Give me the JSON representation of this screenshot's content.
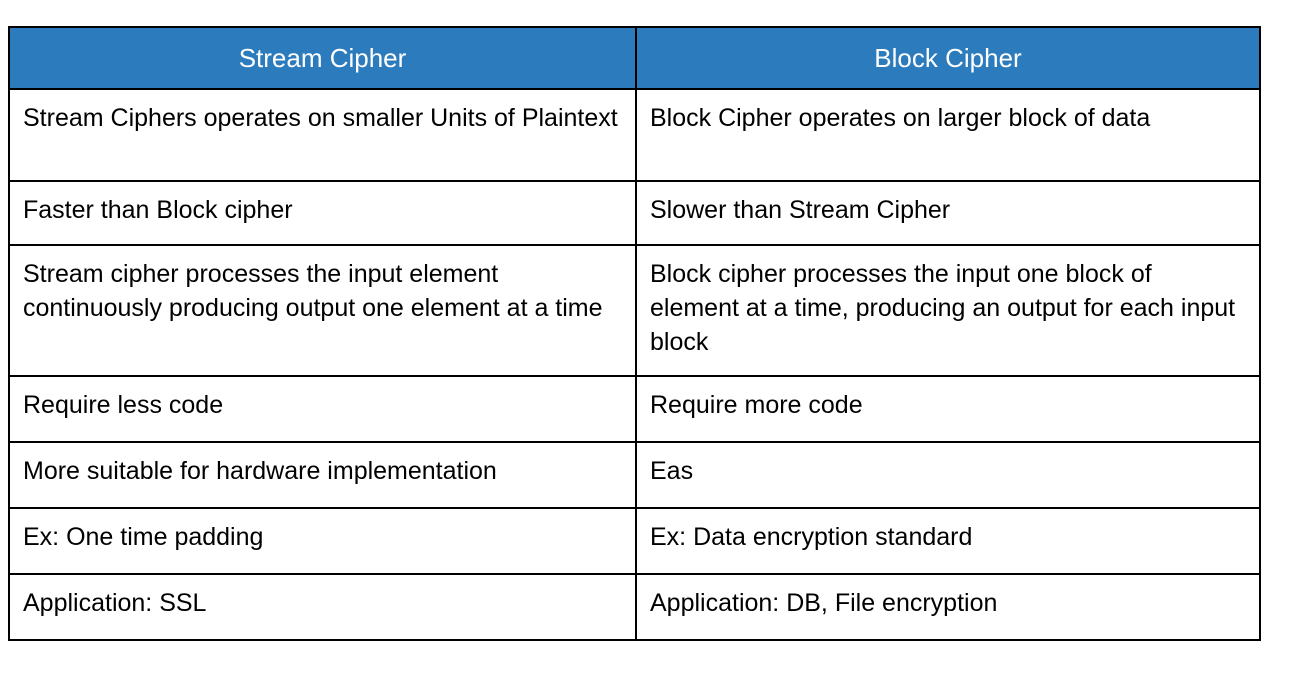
{
  "table": {
    "headers": [
      {
        "label": "Stream Cipher",
        "align": "center"
      },
      {
        "label": "Block Cipher",
        "align": "center"
      }
    ],
    "header_background": "#2b7bbd",
    "header_text_color": "#ffffff",
    "border_color": "#000000",
    "body_background": "#ffffff",
    "body_text_color": "#000000",
    "rows": [
      {
        "stream": "Stream Ciphers operates on smaller Units of Plaintext",
        "block": "Block Cipher operates on larger block of data"
      },
      {
        "stream": "Faster than Block cipher",
        "block": "Slower than Stream Cipher"
      },
      {
        "stream": "Stream cipher processes the input element continuously producing output one element at a time",
        "block": "Block cipher processes the input one block of element at a time, producing an output for each input block"
      },
      {
        "stream": "Require less code",
        "block": "Require more code"
      },
      {
        "stream": "More suitable for hardware implementation",
        "block": "Eas"
      },
      {
        "stream": "Ex: One time padding",
        "block": "Ex: Data encryption standard"
      },
      {
        "stream": "Application: SSL",
        "block": "Application: DB, File encryption"
      }
    ]
  }
}
